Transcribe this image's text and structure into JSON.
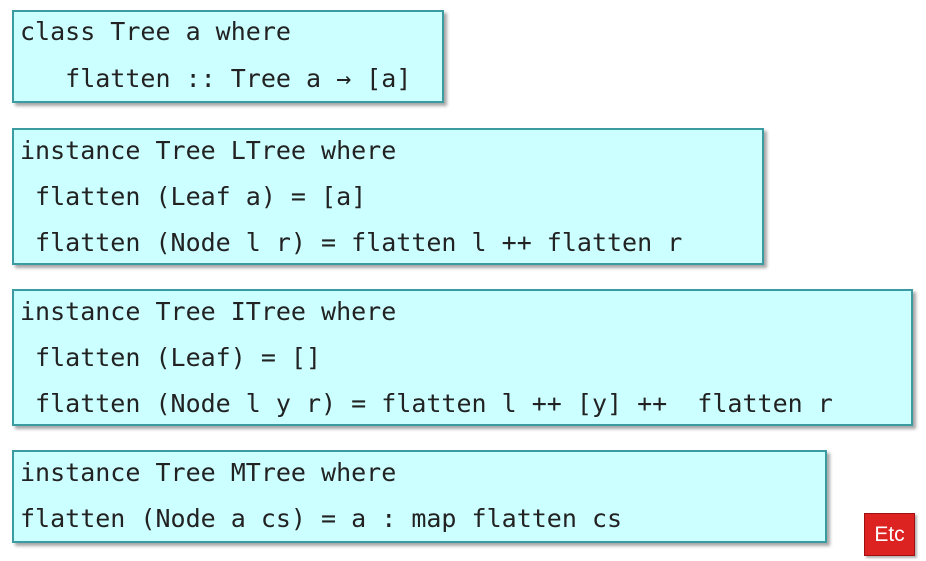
{
  "code_blocks": [
    {
      "lines": [
        "class Tree a where",
        "   flatten :: Tree a → [a]"
      ]
    },
    {
      "lines": [
        "instance Tree LTree where",
        " flatten (Leaf a) = [a]",
        " flatten (Node l r) = flatten l ++ flatten r"
      ]
    },
    {
      "lines": [
        "instance Tree ITree where",
        " flatten (Leaf) = []",
        " flatten (Node l y r) = flatten l ++ [y] ++  flatten r"
      ]
    },
    {
      "lines": [
        "instance Tree MTree where",
        "flatten (Node a cs) = a : map flatten cs"
      ]
    }
  ],
  "etc_button": {
    "label": "Etc",
    "color": "#dd2222"
  },
  "colors": {
    "box_fill": "#ccffff",
    "box_border": "#3a9ca0"
  }
}
